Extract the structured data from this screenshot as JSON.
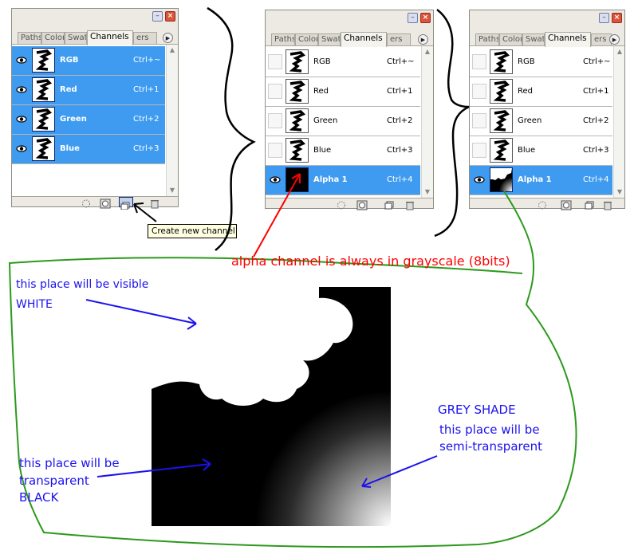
{
  "panels": [
    {
      "tabs": [
        "Paths",
        "Color",
        "Swatc",
        "Channels",
        "ers"
      ],
      "channels": [
        {
          "name": "RGB",
          "shortcut": "Ctrl+~",
          "visible": true,
          "selected": true
        },
        {
          "name": "Red",
          "shortcut": "Ctrl+1",
          "visible": true,
          "selected": true
        },
        {
          "name": "Green",
          "shortcut": "Ctrl+2",
          "visible": true,
          "selected": true
        },
        {
          "name": "Blue",
          "shortcut": "Ctrl+3",
          "visible": true,
          "selected": true
        }
      ]
    },
    {
      "tabs": [
        "Paths",
        "Color",
        "Swatc",
        "Channels",
        "ers"
      ],
      "channels": [
        {
          "name": "RGB",
          "shortcut": "Ctrl+~",
          "visible": false,
          "selected": false
        },
        {
          "name": "Red",
          "shortcut": "Ctrl+1",
          "visible": false,
          "selected": false
        },
        {
          "name": "Green",
          "shortcut": "Ctrl+2",
          "visible": false,
          "selected": false
        },
        {
          "name": "Blue",
          "shortcut": "Ctrl+3",
          "visible": false,
          "selected": false
        },
        {
          "name": "Alpha 1",
          "shortcut": "Ctrl+4",
          "visible": true,
          "selected": true
        }
      ]
    },
    {
      "tabs": [
        "Paths",
        "Color",
        "Swatc",
        "Channels",
        "ers"
      ],
      "channels": [
        {
          "name": "RGB",
          "shortcut": "Ctrl+~",
          "visible": false,
          "selected": false
        },
        {
          "name": "Red",
          "shortcut": "Ctrl+1",
          "visible": false,
          "selected": false
        },
        {
          "name": "Green",
          "shortcut": "Ctrl+2",
          "visible": false,
          "selected": false
        },
        {
          "name": "Blue",
          "shortcut": "Ctrl+3",
          "visible": false,
          "selected": false
        },
        {
          "name": "Alpha 1",
          "shortcut": "Ctrl+4",
          "visible": true,
          "selected": true
        }
      ]
    }
  ],
  "tooltip": "Create new channel",
  "annotations": {
    "alpha_note": "alpha channel is always in grayscale (8bits)",
    "visible_line": "this place will be visible",
    "white_label": "WHITE",
    "transparent_line1": "this place will be",
    "transparent_line2": "transparent",
    "black_label": "BLACK",
    "grey_label": "GREY SHADE",
    "semi_line1": "this place will be",
    "semi_line2": "semi-transparent"
  },
  "colors": {
    "selection": "#3f9bf0",
    "annotation_blue": "#1c12ee",
    "annotation_red": "#ff0000",
    "outline_green": "#2c9a1c"
  }
}
